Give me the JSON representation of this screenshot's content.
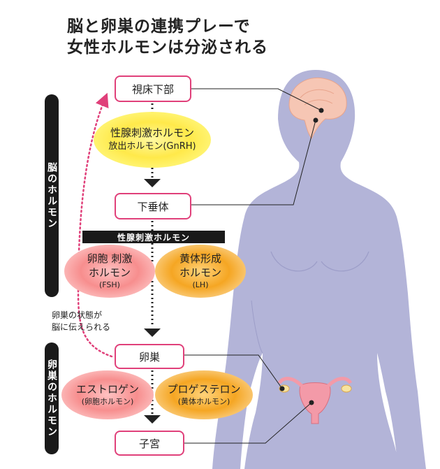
{
  "title": {
    "line1": "脳と卵巣の連携プレーで",
    "line2": "女性ホルモンは分泌される"
  },
  "sidebar": {
    "brain": "脳のホルモン",
    "ovary": "卵巣のホルモン"
  },
  "boxes": {
    "hypothalamus": "視床下部",
    "pituitary": "下垂体",
    "ovary": "卵巣",
    "uterus": "子宮"
  },
  "hormones": {
    "gnrh_line1": "性腺刺激ホルモン",
    "gnrh_line2": "放出ホルモン(GnRH)",
    "gonadotropin_banner": "性腺刺激ホルモン",
    "fsh_line1": "卵胞 刺激",
    "fsh_line2": "ホルモン",
    "fsh_abbr": "(FSH)",
    "lh_line1": "黄体形成",
    "lh_line2": "ホルモン",
    "lh_abbr": "(LH)",
    "estrogen": "エストロゲン",
    "estrogen_sub": "(卵胞ホルモン)",
    "progesterone": "プロゲステロン",
    "progesterone_sub": "(黄体ホルモン)"
  },
  "feedback_note": {
    "line1": "卵巣の状態が",
    "line2": "脳に伝えられる"
  },
  "colors": {
    "box_border": "#e0407a",
    "feedback_arrow": "#e0407a",
    "body_silhouette": "#b3b4d8",
    "brain": "#f6c6b4",
    "uterus": "#f39aa8"
  }
}
